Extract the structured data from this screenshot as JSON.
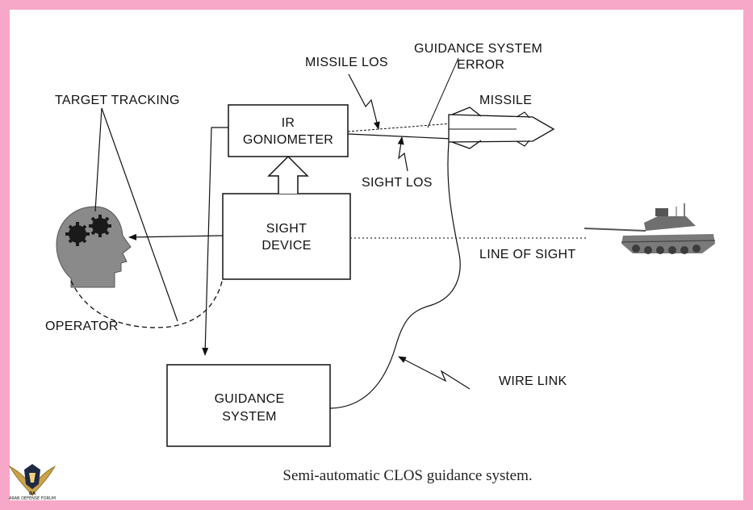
{
  "caption": "Semi-automatic CLOS guidance system.",
  "blocks": {
    "ir_goniometer": [
      "IR",
      "GONIOMETER"
    ],
    "sight_device": [
      "SIGHT",
      "DEVICE"
    ],
    "guidance_system": [
      "GUIDANCE",
      "SYSTEM"
    ]
  },
  "labels": {
    "target_tracking": "TARGET TRACKING",
    "operator": "OPERATOR",
    "missile_los": "MISSILE LOS",
    "guidance_error": [
      "GUIDANCE SYSTEM",
      "ERROR"
    ],
    "missile": "MISSILE",
    "sight_los": "SIGHT LOS",
    "line_of_sight": "LINE OF SIGHT",
    "wire_link": "WIRE LINK"
  },
  "watermark": {
    "abbr": "DA",
    "text": "ARAB DEFENSE FORUM"
  }
}
